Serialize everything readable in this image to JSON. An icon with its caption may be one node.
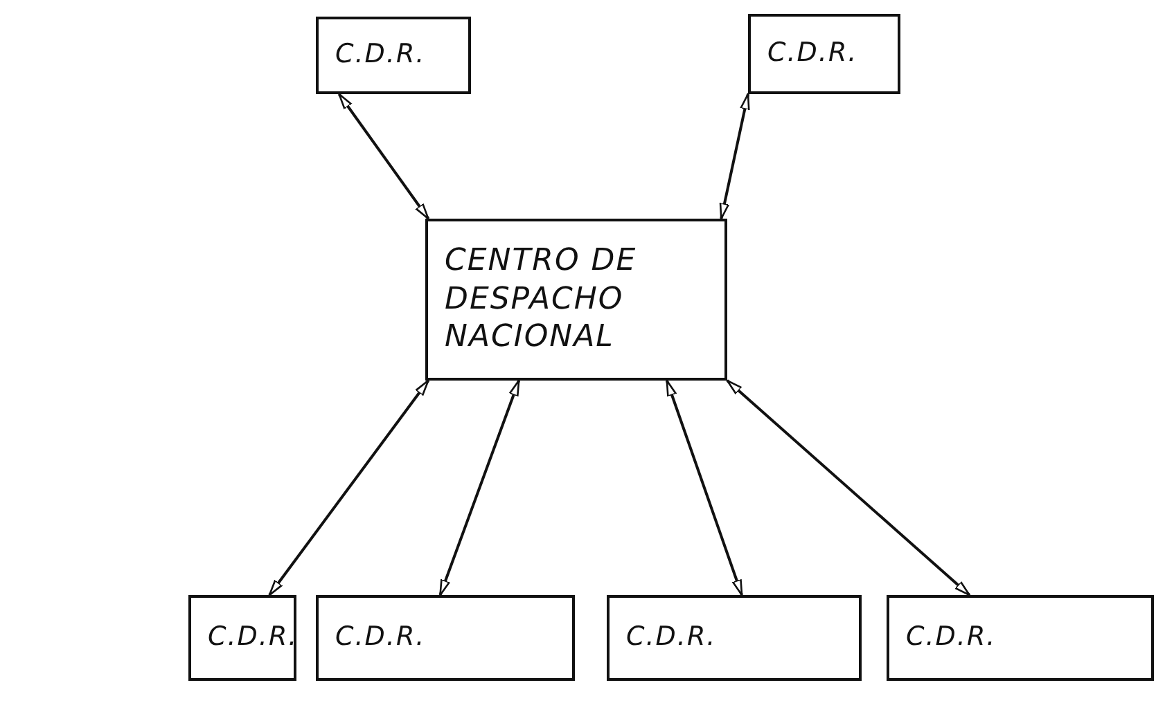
{
  "diagram": {
    "nodes": [
      {
        "text": [
          "C.D.R."
        ]
      },
      {
        "text": [
          "C.D.R."
        ]
      },
      {
        "text": [
          "CENTRO DE DESPACHO NACIONAL"
        ]
      },
      {
        "text": [
          "C.D.R."
        ]
      },
      {
        "text": [
          "C.D.R."
        ]
      },
      {
        "text": [
          "C.D.R."
        ]
      },
      {
        "text": [
          "C.D.R."
        ]
      }
    ],
    "edges": [
      {
        "from": 2,
        "to": 0,
        "arrow": "both"
      },
      {
        "from": 2,
        "to": 1,
        "arrow": "both"
      },
      {
        "from": 2,
        "to": 3,
        "arrow": "both"
      },
      {
        "from": 2,
        "to": 4,
        "arrow": "both"
      },
      {
        "from": 2,
        "to": 5,
        "arrow": "both"
      },
      {
        "from": 2,
        "to": 6,
        "arrow": "both"
      }
    ]
  }
}
